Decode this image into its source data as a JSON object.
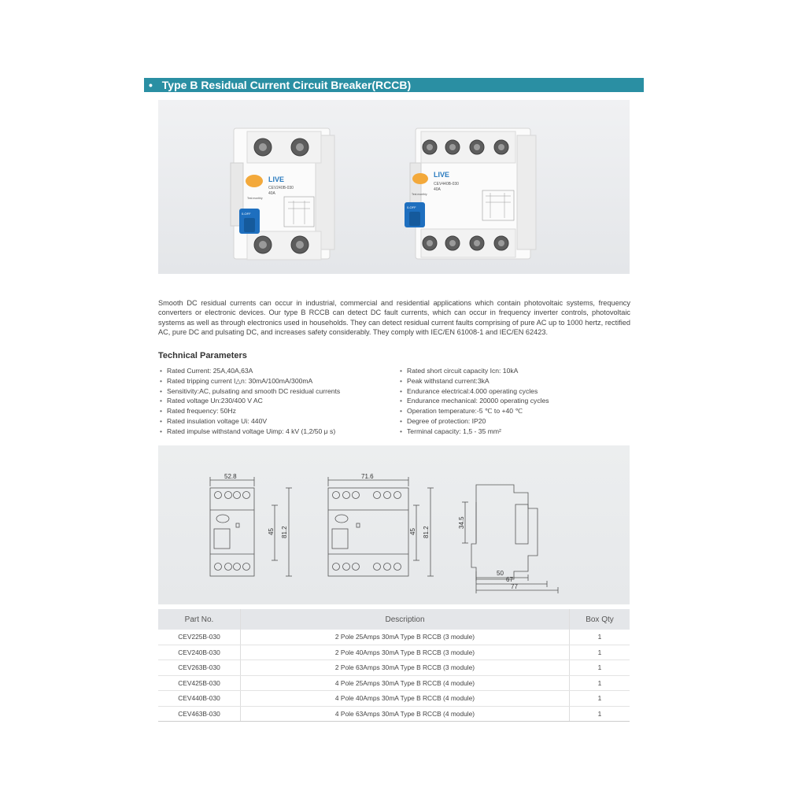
{
  "header": {
    "bullet": "•",
    "title": "Type B Residual Current Circuit Breaker(RCCB)"
  },
  "product_images": {
    "left": {
      "brand": "LIVE",
      "model": "CEV240B-030",
      "rating": "40A",
      "test_label": "Test monthly",
      "switch_label": "0-OFF"
    },
    "right": {
      "brand": "LIVE",
      "model": "CEV440B-030",
      "rating": "40A",
      "test_label": "Test monthly",
      "switch_label": "0-OFF"
    }
  },
  "intro": "Smooth DC residual currents can occur in industrial, commercial and residential applications which contain photovoltaic systems, frequency converters or electronic devices. Our type B RCCB can detect DC fault currents, which can occur in frequency inverter controls, photovoltaic systems as well as through electronics used in households. They can detect residual current faults comprising of pure AC up to 1000 hertz, rectified AC, pure DC and pulsating DC, and increases safety considerably. They comply with IEC/EN 61008-1 and IEC/EN 62423.",
  "technical": {
    "title": "Technical Parameters",
    "left": [
      "Rated Current: 25A,40A,63A",
      "Rated tripping current I△n: 30mA/100mA/300mA",
      "Sensitivity:AC, pulsating and smooth DC residual currents",
      "Rated voltage Un:230/400 V AC",
      "Rated frequency: 50Hz",
      "Rated insulation voltage Ui: 440V",
      "Rated impulse withstand voltage Uimp:  4 kV (1,2/50 μ s)"
    ],
    "right": [
      "Rated short circuit capacity Icn: 10kA",
      "Peak withstand current:3kA",
      "Endurance electrical:4.000 operating cycles",
      "Endurance mechanical: 20000 operating cycles",
      "Operation temperature:-5 ℃ to +40 ℃",
      "Degree of protection: IP20",
      "Terminal capacity: 1,5 - 35 mm²"
    ]
  },
  "dimensions": {
    "two_pole": {
      "width": "52.8",
      "inner_height": "45",
      "height": "81.2"
    },
    "four_pole": {
      "width": "71.6",
      "inner_height": "45",
      "height": "81.2"
    },
    "side": {
      "top": "34.5",
      "d1": "50",
      "d2": "67",
      "d3": "77"
    }
  },
  "table": {
    "headers": [
      "Part No.",
      "Description",
      "Box Qty"
    ],
    "rows": [
      [
        "CEV225B-030",
        "2 Pole 25Amps 30mA Type B  RCCB (3 module)",
        "1"
      ],
      [
        "CEV240B-030",
        "2 Pole 40Amps 30mA Type B  RCCB (3 module)",
        "1"
      ],
      [
        "CEV263B-030",
        "2 Pole 63Amps 30mA Type B  RCCB (3 module)",
        "1"
      ],
      [
        "CEV425B-030",
        "4 Pole 25Amps 30mA Type B  RCCB (4 module)",
        "1"
      ],
      [
        "CEV440B-030",
        "4 Pole 40Amps 30mA Type B  RCCB (4 module)",
        "1"
      ],
      [
        "CEV463B-030",
        "4 Pole 63Amps 30mA Type B  RCCB (4 module)",
        "1"
      ]
    ]
  }
}
